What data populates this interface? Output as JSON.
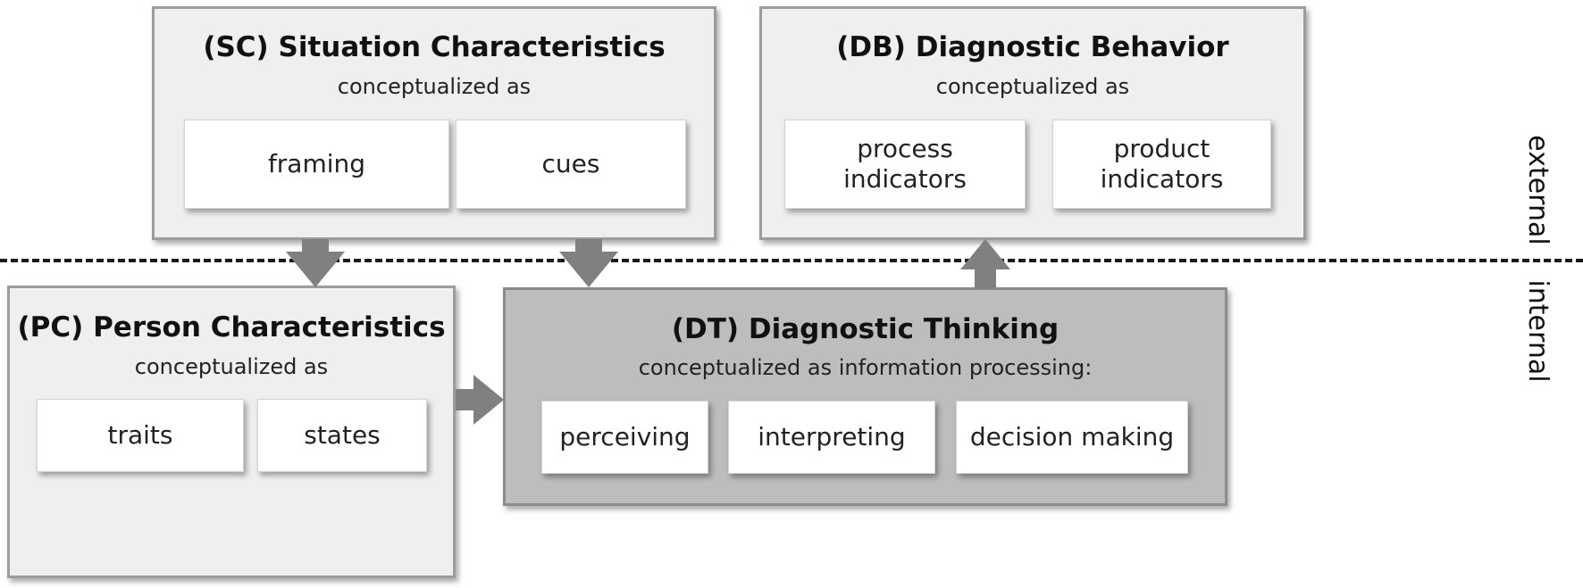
{
  "side_labels": {
    "external": "external",
    "internal": "internal"
  },
  "sc": {
    "title": "(SC) Situation Characteristics",
    "subtitle": "conceptualized as",
    "items": [
      "framing",
      "cues"
    ]
  },
  "db": {
    "title": "(DB) Diagnostic Behavior",
    "subtitle": "conceptualized as",
    "items": [
      "process\nindicators",
      "product\nindicators"
    ]
  },
  "pc": {
    "title": "(PC) Person Characteristics",
    "subtitle": "conceptualized as",
    "items": [
      "traits",
      "states"
    ]
  },
  "dt": {
    "title": "(DT) Diagnostic Thinking",
    "subtitle": "conceptualized as information processing:",
    "items": [
      "perceiving",
      "interpreting",
      "decision making"
    ]
  },
  "colors": {
    "panel_light": "#efefef",
    "panel_dark": "#bdbdbd",
    "arrow": "#808080",
    "dashed_line": "#1a1a1a"
  }
}
